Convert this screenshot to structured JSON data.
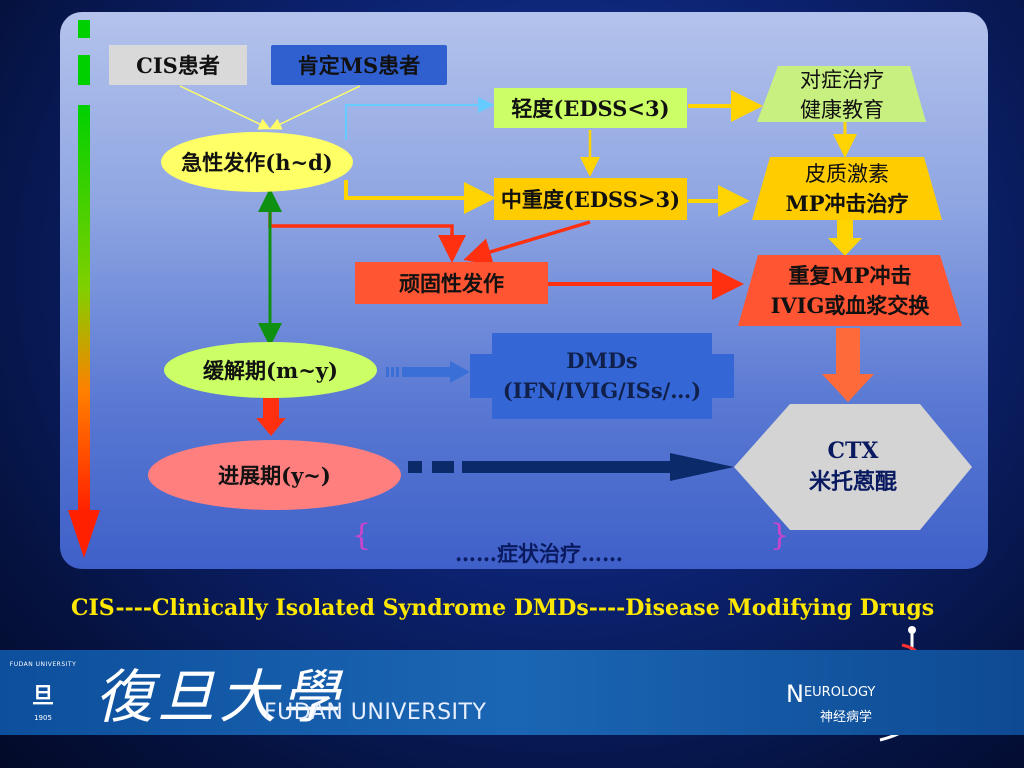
{
  "nodes": {
    "cis": "CIS患者",
    "ms": "肯定MS患者",
    "acute": "急性发作(h~d)",
    "mild": "轻度(EDSS<3)",
    "severe": "中重度(EDSS>3)",
    "refractory": "顽固性发作",
    "remission": "缓解期(m~y)",
    "progress": "进展期(y~)",
    "symptomatic_line1": "对症治疗",
    "symptomatic_line2": "健康教育",
    "steroid_line1": "皮质激素",
    "steroid_line2": "MP冲击治疗",
    "repeat_line1": "重复MP冲击",
    "repeat_line2": "IVIG或血浆交换",
    "dmds_line1": "DMDs",
    "dmds_line2": "(IFN/IVIG/ISs/…)",
    "ctx_line1": "CTX",
    "ctx_line2": "米托蒽醌",
    "symptom_treatment": "……症状治疗……",
    "brace_left": "{",
    "brace_right": "}"
  },
  "caption": "CIS----Clinically Isolated Syndrome DMDs----Disease Modifying Drugs",
  "footer": {
    "university_cn": "復旦大學",
    "university_en": "FUDAN UNIVERSITY",
    "seal_text": "FUDAN UNIVERSITY",
    "seal_year": "1905",
    "seal_center": "旦",
    "neurology_initial": "N",
    "neurology_rest": "EUROLOGY",
    "neurology_cn": "神经病学"
  },
  "colors": {
    "yellow_box": "#ffff66",
    "green_box": "#ccff66",
    "orange_box": "#ffcc00",
    "red_box": "#ff5533",
    "gray_box": "#d9d9d9",
    "blue_box": "#3060d0",
    "salmon": "#ff7f7f",
    "accent_yellow": "#ffe800"
  }
}
